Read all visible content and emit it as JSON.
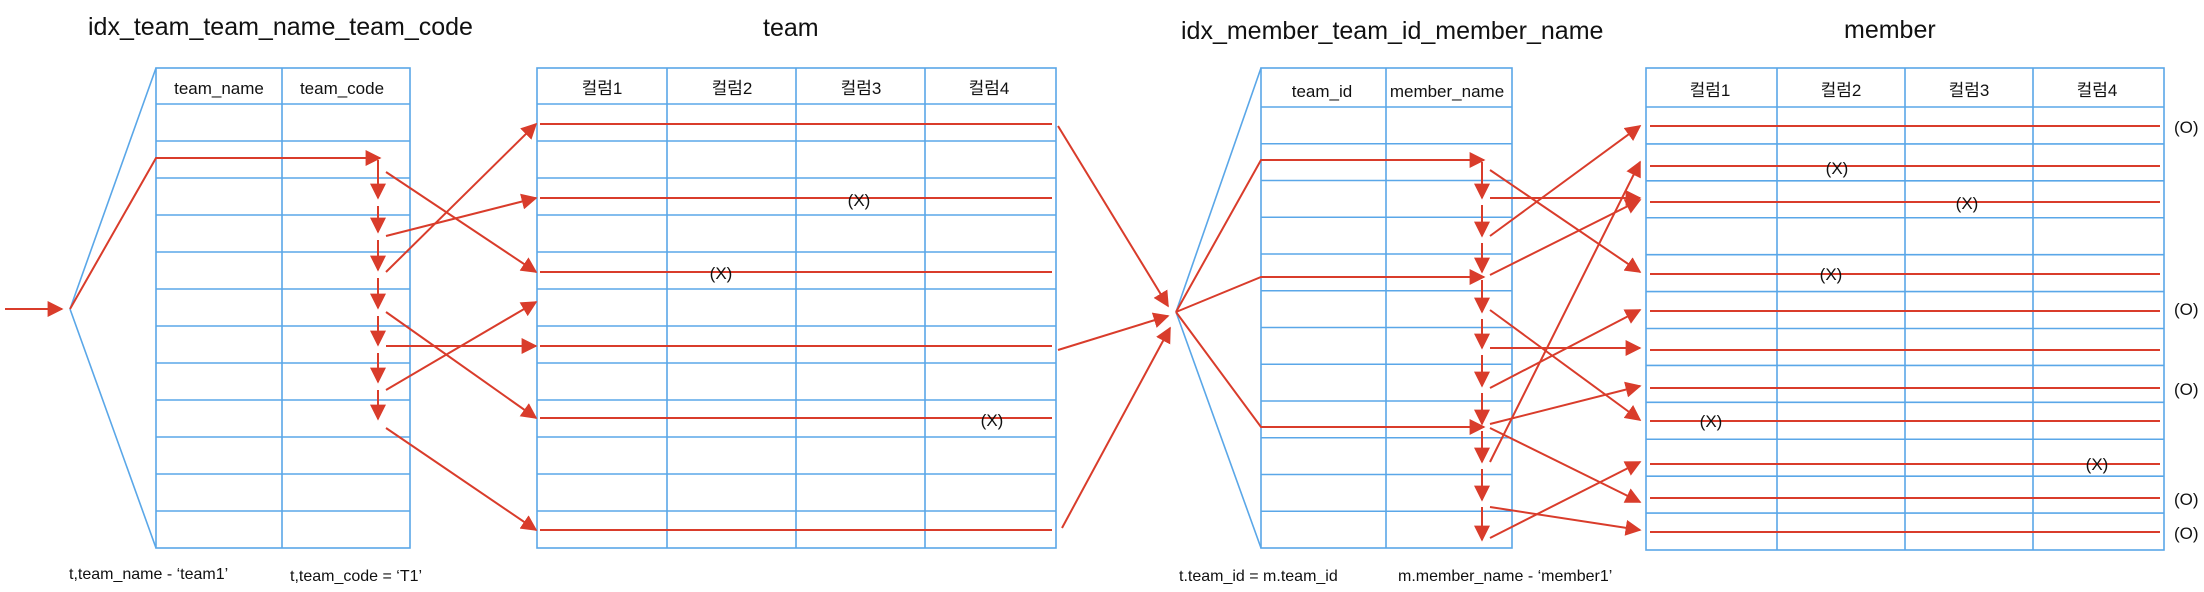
{
  "colors": {
    "grid": "#5aa7e8",
    "arrow": "#d93c2b",
    "text": "#111111"
  },
  "index1": {
    "title": "idx_team_team_name_team_code",
    "columns": [
      "team_name",
      "team_code"
    ],
    "caption_left": "t,team_name - ‘team1’",
    "caption_right": "t,team_code = ‘T1’"
  },
  "table1": {
    "title": "team",
    "columns": [
      "컬럼1",
      "컬럼2",
      "컬럼3",
      "컬럼4"
    ],
    "marks": [
      "(X)",
      "(X)",
      "(X)"
    ]
  },
  "index2": {
    "title": "idx_member_team_id_member_name",
    "columns": [
      "team_id",
      "member_name"
    ],
    "caption_left": "t.team_id = m.team_id",
    "caption_right": "m.member_name - ‘member1’"
  },
  "table2": {
    "title": "member",
    "columns": [
      "컬럼1",
      "컬럼2",
      "컬럼3",
      "컬럼4"
    ],
    "marks_x": [
      "(X)",
      "(X)",
      "(X)",
      "(X)",
      "(X)"
    ],
    "marks_o": [
      "(O)",
      "(O)",
      "(O)",
      "(O)",
      "(O)"
    ]
  }
}
